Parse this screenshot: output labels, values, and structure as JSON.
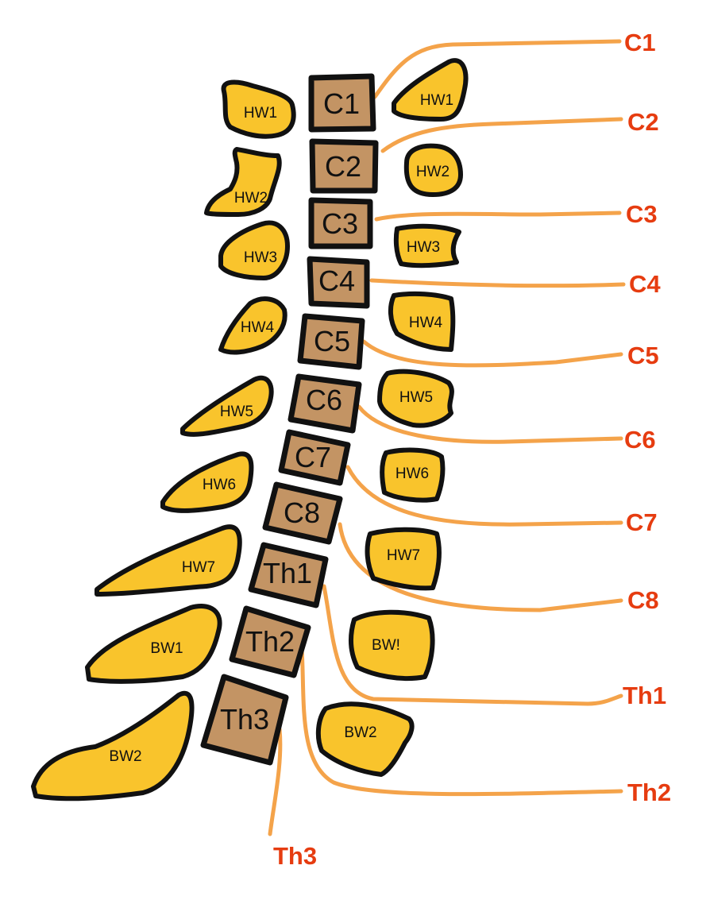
{
  "colors": {
    "vertebra_fill": "#c39464",
    "process_fill": "#f9c42c",
    "nerve_line": "#f4a34a",
    "nerve_label": "#e63c10",
    "outline": "#111111"
  },
  "vertebrae": [
    "C1",
    "C2",
    "C3",
    "C4",
    "C5",
    "C6",
    "C7",
    "C8",
    "Th1",
    "Th2",
    "Th3"
  ],
  "left_processes": [
    "HW1",
    "HW2",
    "HW3",
    "HW4",
    "HW5",
    "HW6",
    "HW7",
    "BW1",
    "BW2"
  ],
  "right_processes": [
    "HW1",
    "HW2",
    "HW3",
    "HW4",
    "HW5",
    "HW6",
    "HW7",
    "BW!",
    "BW2"
  ],
  "nerves": [
    "C1",
    "C2",
    "C3",
    "C4",
    "C5",
    "C6",
    "C7",
    "C8",
    "Th1",
    "Th2",
    "Th3"
  ]
}
